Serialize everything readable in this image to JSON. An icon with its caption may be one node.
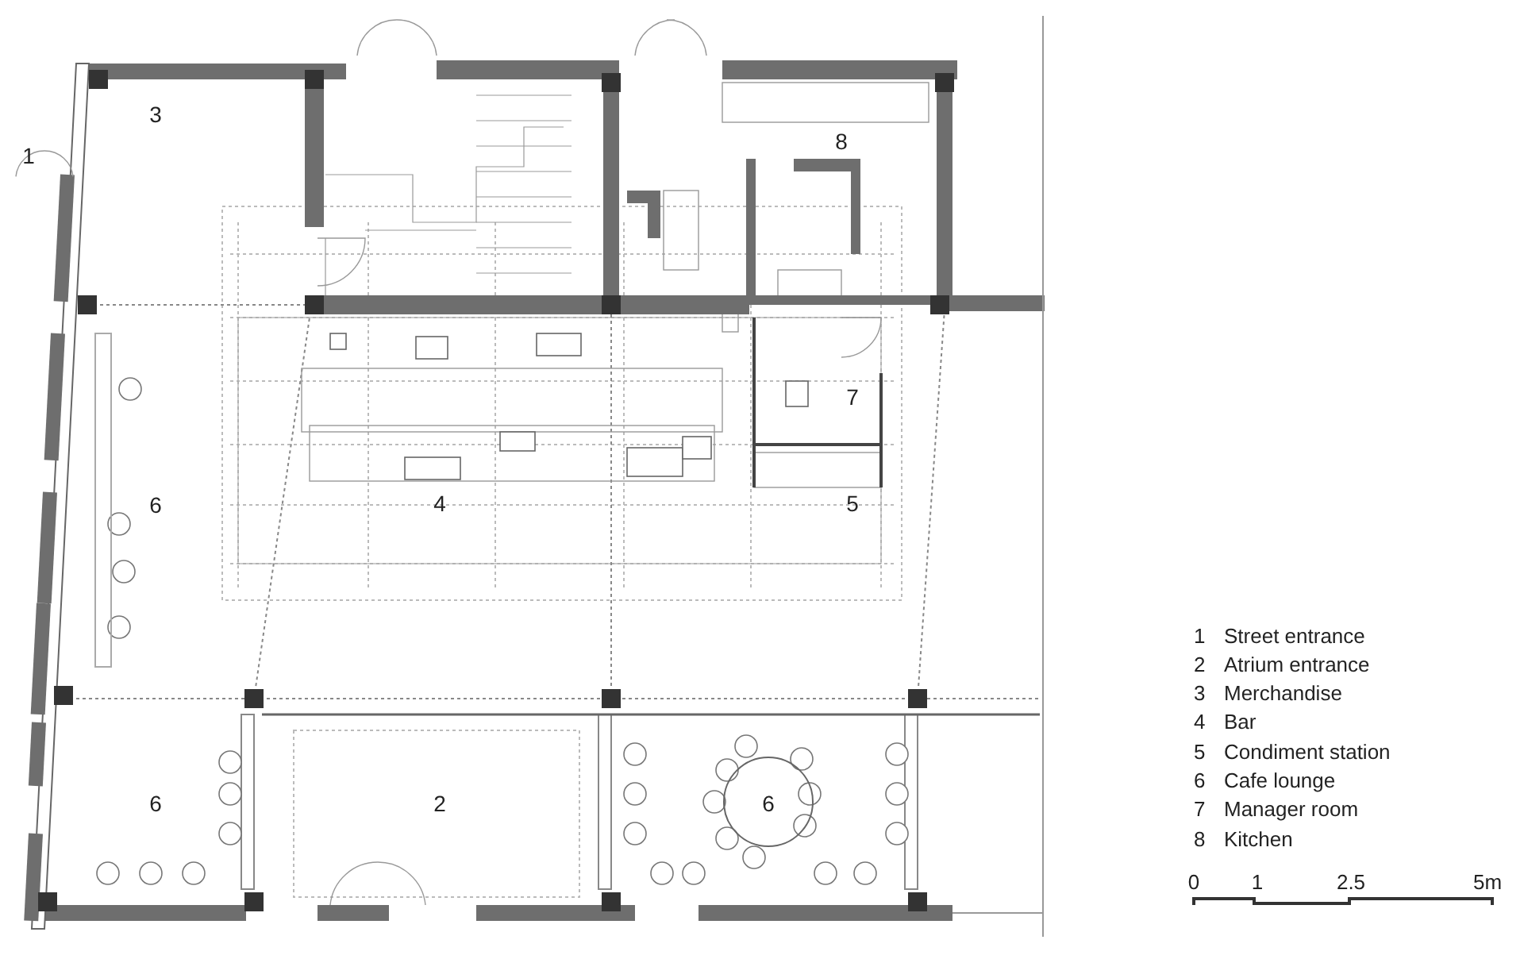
{
  "diagram": {
    "labels": [
      "3",
      "8",
      "1",
      "7",
      "6",
      "4",
      "5",
      "6",
      "2",
      "6",
      "1",
      "Street entrance",
      "2",
      "Atrium entrance",
      "3",
      "Merchandise",
      "4",
      "Bar",
      "5",
      "Condiment station",
      "6",
      "Cafe lounge",
      "7",
      "Manager room",
      "8",
      "Kitchen",
      "0",
      "1",
      "2.5",
      "5m"
    ]
  }
}
